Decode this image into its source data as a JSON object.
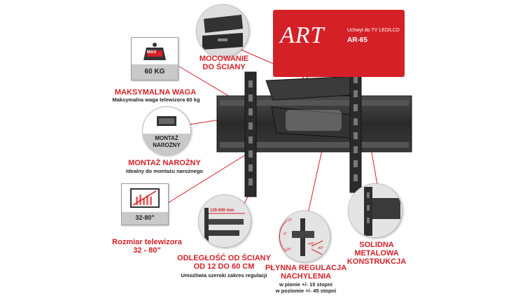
{
  "brand": {
    "logo_text": "ART",
    "product_line": "Uchwyt do TV LED/LCD",
    "model": "AR-65",
    "color": "#d42027"
  },
  "features": {
    "weight": {
      "badge": "MAX",
      "value": "60 KG",
      "title": "MAKSYMALNA WAGA",
      "subtitle": "Maksymalna waga telewizora 60 kg"
    },
    "wall": {
      "title_line1": "MOCOWANIE",
      "title_line2": "DO ŚCIANY"
    },
    "corner": {
      "circle_line1": "MONTAŻ",
      "circle_line2": "NAROŻNY",
      "title": "MONTAŻ NAROŻNY",
      "subtitle": "Idealny do montażu narożnego"
    },
    "size": {
      "range": "32-80\"",
      "title_line1": "Rozmiar telewizora",
      "title_line2": "32 - 80\""
    },
    "distance": {
      "dimension": "120-600 mm",
      "title_line1": "ODLEGŁOŚĆ OD ŚCIANY",
      "title_line2": "OD 12 DO 60 CM",
      "subtitle": "Umożliwia szeroki zakres regulacji"
    },
    "tilt": {
      "angle_up": "+15°",
      "angle_zero": "0°",
      "angle_down": "-15°",
      "angle_left": "+45°",
      "angle_right": "-45°",
      "title_line1": "PŁYNNA REGULACJA",
      "title_line2": "NACHYLENIA",
      "sub_line1": "w pionie +/- 15 stopni",
      "sub_line2": "w poziomie +/- 45 stopni"
    },
    "solid": {
      "title_line1": "SOLIDNA",
      "title_line2": "METALOWA",
      "title_line3": "KONSTRUKCJA"
    }
  }
}
